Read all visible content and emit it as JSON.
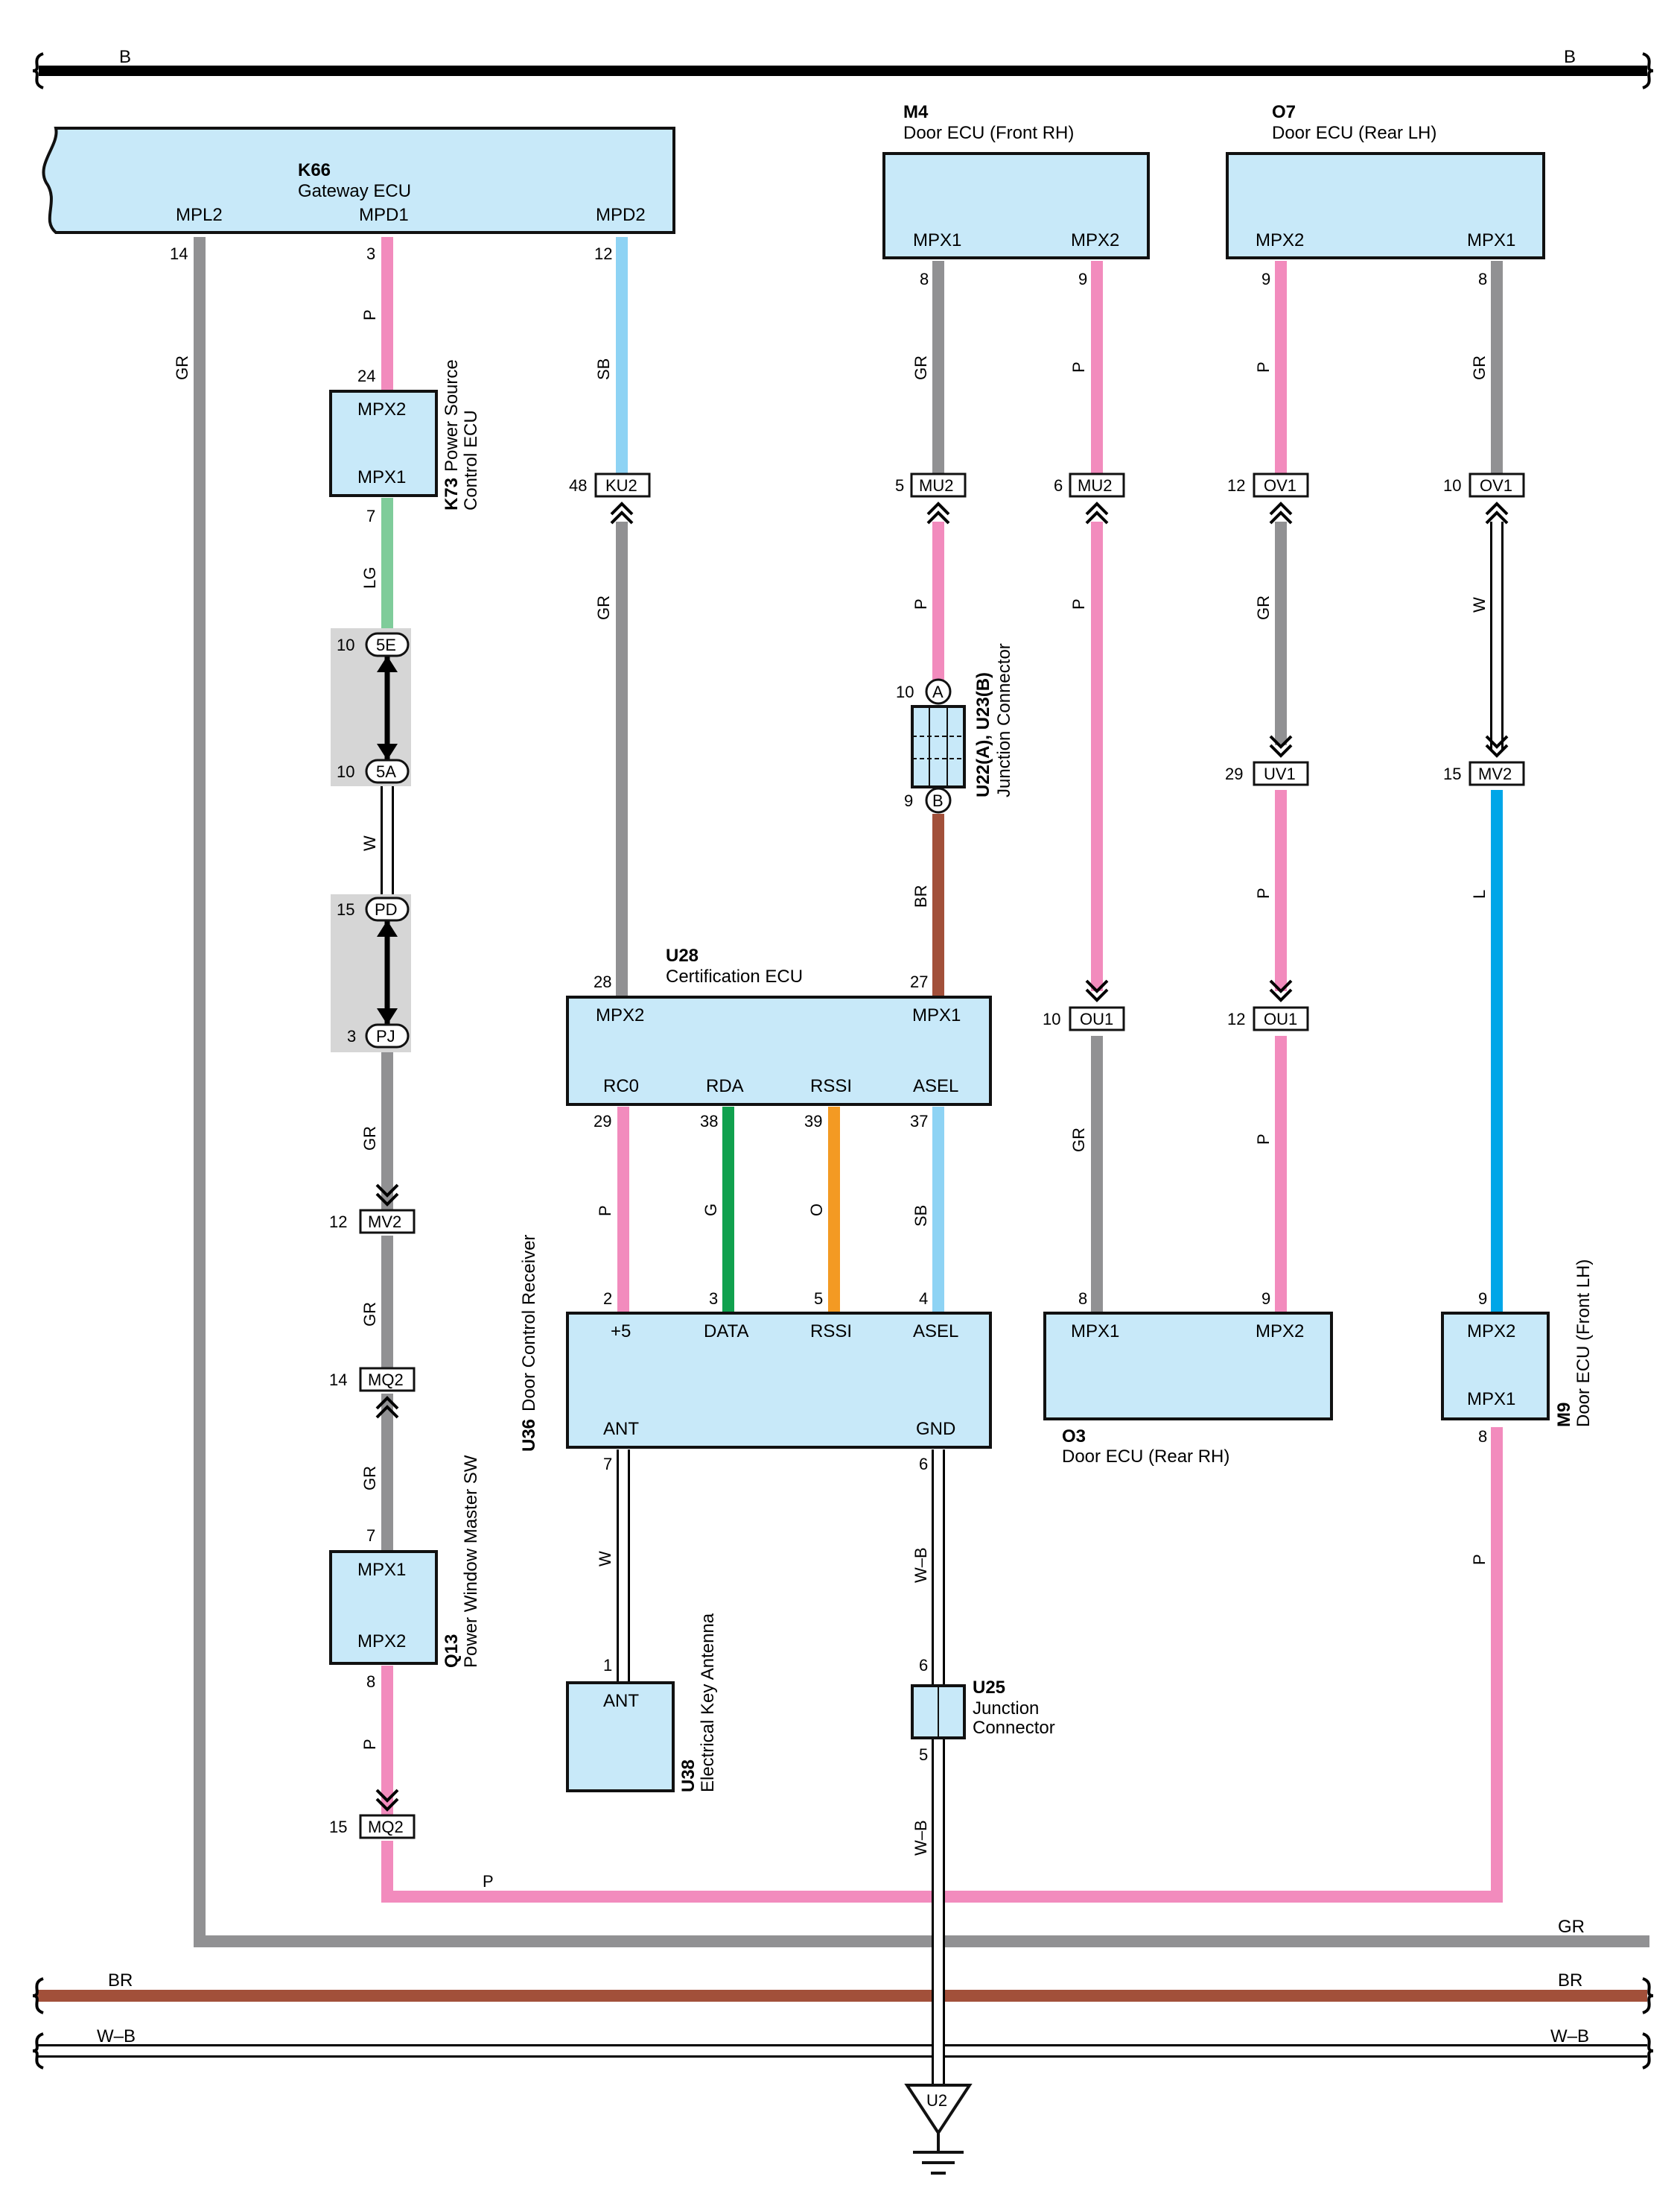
{
  "busses": {
    "top": "B",
    "gr": "GR",
    "br": "BR",
    "wb": "W–B"
  },
  "colors": {
    "P": "#f28bbd",
    "GR": "#919193",
    "SB": "#8ed3f4",
    "LG": "#7fcc9a",
    "BR": "#a2503a",
    "G": "#10a14e",
    "O": "#f39a23",
    "L": "#00a6e8",
    "W": "#ffffff",
    "ECU": "#c8e9f9"
  },
  "components": {
    "k66": {
      "id": "K66",
      "name": "Gateway ECU",
      "pins": {
        "mpl2": "MPL2",
        "mpd1": "MPD1",
        "mpd2": "MPD2"
      }
    },
    "m4": {
      "id": "M4",
      "name": "Door ECU (Front RH)",
      "pins": {
        "mpx1": "MPX1",
        "mpx2": "MPX2"
      }
    },
    "o7": {
      "id": "O7",
      "name": "Door ECU (Rear LH)",
      "pins": {
        "mpx2": "MPX2",
        "mpx1": "MPX1"
      }
    },
    "k73": {
      "id": "K73",
      "name1": "Power Source",
      "name2": "Control ECU",
      "pins": {
        "mpx2": "MPX2",
        "mpx1": "MPX1"
      }
    },
    "u22": {
      "id": "U22(A), U23(B)",
      "name": "Junction Connector",
      "a": "A",
      "b": "B"
    },
    "u28": {
      "id": "U28",
      "name": "Certification ECU",
      "pins": {
        "mpx2": "MPX2",
        "mpx1": "MPX1",
        "rc0": "RC0",
        "rda": "RDA",
        "rssi": "RSSI",
        "asel": "ASEL"
      }
    },
    "u36": {
      "id": "U36",
      "name": "Door Control Receiver",
      "pins": {
        "p5": "+5",
        "data": "DATA",
        "rssi": "RSSI",
        "asel": "ASEL",
        "ant": "ANT",
        "gnd": "GND"
      }
    },
    "o3": {
      "id": "O3",
      "name": "Door ECU (Rear RH)",
      "pins": {
        "mpx1": "MPX1",
        "mpx2": "MPX2"
      }
    },
    "m9": {
      "id": "M9",
      "name": "Door ECU (Front LH)",
      "pins": {
        "mpx2": "MPX2",
        "mpx1": "MPX1"
      }
    },
    "q13": {
      "id": "Q13",
      "name": "Power Window Master SW",
      "pins": {
        "mpx1": "MPX1",
        "mpx2": "MPX2"
      }
    },
    "u38": {
      "id": "U38",
      "name": "Electrical Key Antenna",
      "pins": {
        "ant": "ANT"
      }
    },
    "u25": {
      "id": "U25",
      "name1": "Junction",
      "name2": "Connector"
    },
    "u2": {
      "id": "U2"
    }
  },
  "connectors": {
    "ku2": "KU2",
    "mu2a": "MU2",
    "mu2b": "MU2",
    "ov1a": "OV1",
    "ov1b": "OV1",
    "c5e": "5E",
    "c5a": "5A",
    "pd": "PD",
    "pj": "PJ",
    "uv1": "UV1",
    "mv2a": "MV2",
    "ou1a": "OU1",
    "ou1b": "OU1",
    "mv2b": "MV2",
    "mq2a": "MQ2",
    "mq2b": "MQ2"
  },
  "pins": {
    "k66_14": "14",
    "k66_3": "3",
    "k66_12": "12",
    "m4_8": "8",
    "m4_9": "9",
    "o7_9": "9",
    "o7_8": "8",
    "k73_24": "24",
    "k73_7": "7",
    "ku2_48": "48",
    "mu2_5": "5",
    "mu2_6": "6",
    "ov1_12": "12",
    "ov1_10": "10",
    "c5e_10": "10",
    "c5a_10": "10",
    "pd_15": "15",
    "pj_3": "3",
    "u22_10": "10",
    "u23_9": "9",
    "uv1_29": "29",
    "mv2_15": "15",
    "u28_28": "28",
    "u28_27": "27",
    "u28_29": "29",
    "u28_38": "38",
    "u28_39": "39",
    "u28_37": "37",
    "ou1_10": "10",
    "ou1_12": "12",
    "mv2_12": "12",
    "mq2_14": "14",
    "q13_7": "7",
    "q13_8": "8",
    "mq2_15": "15",
    "u36_2": "2",
    "u36_3": "3",
    "u36_5": "5",
    "u36_4": "4",
    "u36_7": "7",
    "u36_6": "6",
    "o3_8": "8",
    "o3_9": "9",
    "m9_9": "9",
    "m9_8": "8",
    "u38_1": "1",
    "u25_6": "6",
    "u25_5": "5"
  },
  "wires": {
    "k66_gr": "GR",
    "k66_p": "P",
    "k66_sb": "SB",
    "m4_gr": "GR",
    "m4_p": "P",
    "o7_p": "P",
    "o7_gr": "GR",
    "k73_lg": "LG",
    "ku2_gr": "GR",
    "mu2_p": "P",
    "mu2b_p": "P",
    "ov1_gr": "GR",
    "ov1b_w": "W",
    "c5a_w": "W",
    "u23_br": "BR",
    "uv1_p": "P",
    "mv2_l": "L",
    "pj_gr": "GR",
    "u28_p": "P",
    "u28_g": "G",
    "u28_o": "O",
    "u28_sb": "SB",
    "ou1_gr": "GR",
    "ou1_p": "P",
    "mv2_gr": "GR",
    "mq2_gr": "GR",
    "u36_w": "W",
    "u36_wb": "W–B",
    "q13_p": "P",
    "m9_p": "P",
    "u25_wb": "W–B",
    "bottom_p": "P"
  }
}
